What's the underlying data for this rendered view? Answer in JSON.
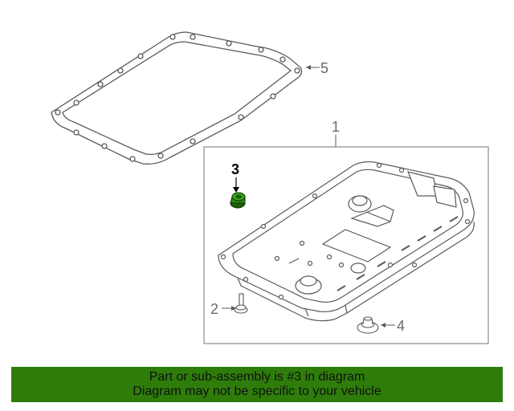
{
  "callouts": {
    "c1": "1",
    "c2": "2",
    "c3": "3",
    "c4": "4",
    "c5": "5"
  },
  "highlight_part": "3",
  "colors": {
    "line": "#5a5a5a",
    "box": "#8a8a8a",
    "highlight": "#2e8b12",
    "banner": "#2e7d0a"
  },
  "banner": {
    "line1": "Part or sub-assembly is #3 in diagram",
    "line2": "Diagram may not be specific to your vehicle"
  }
}
